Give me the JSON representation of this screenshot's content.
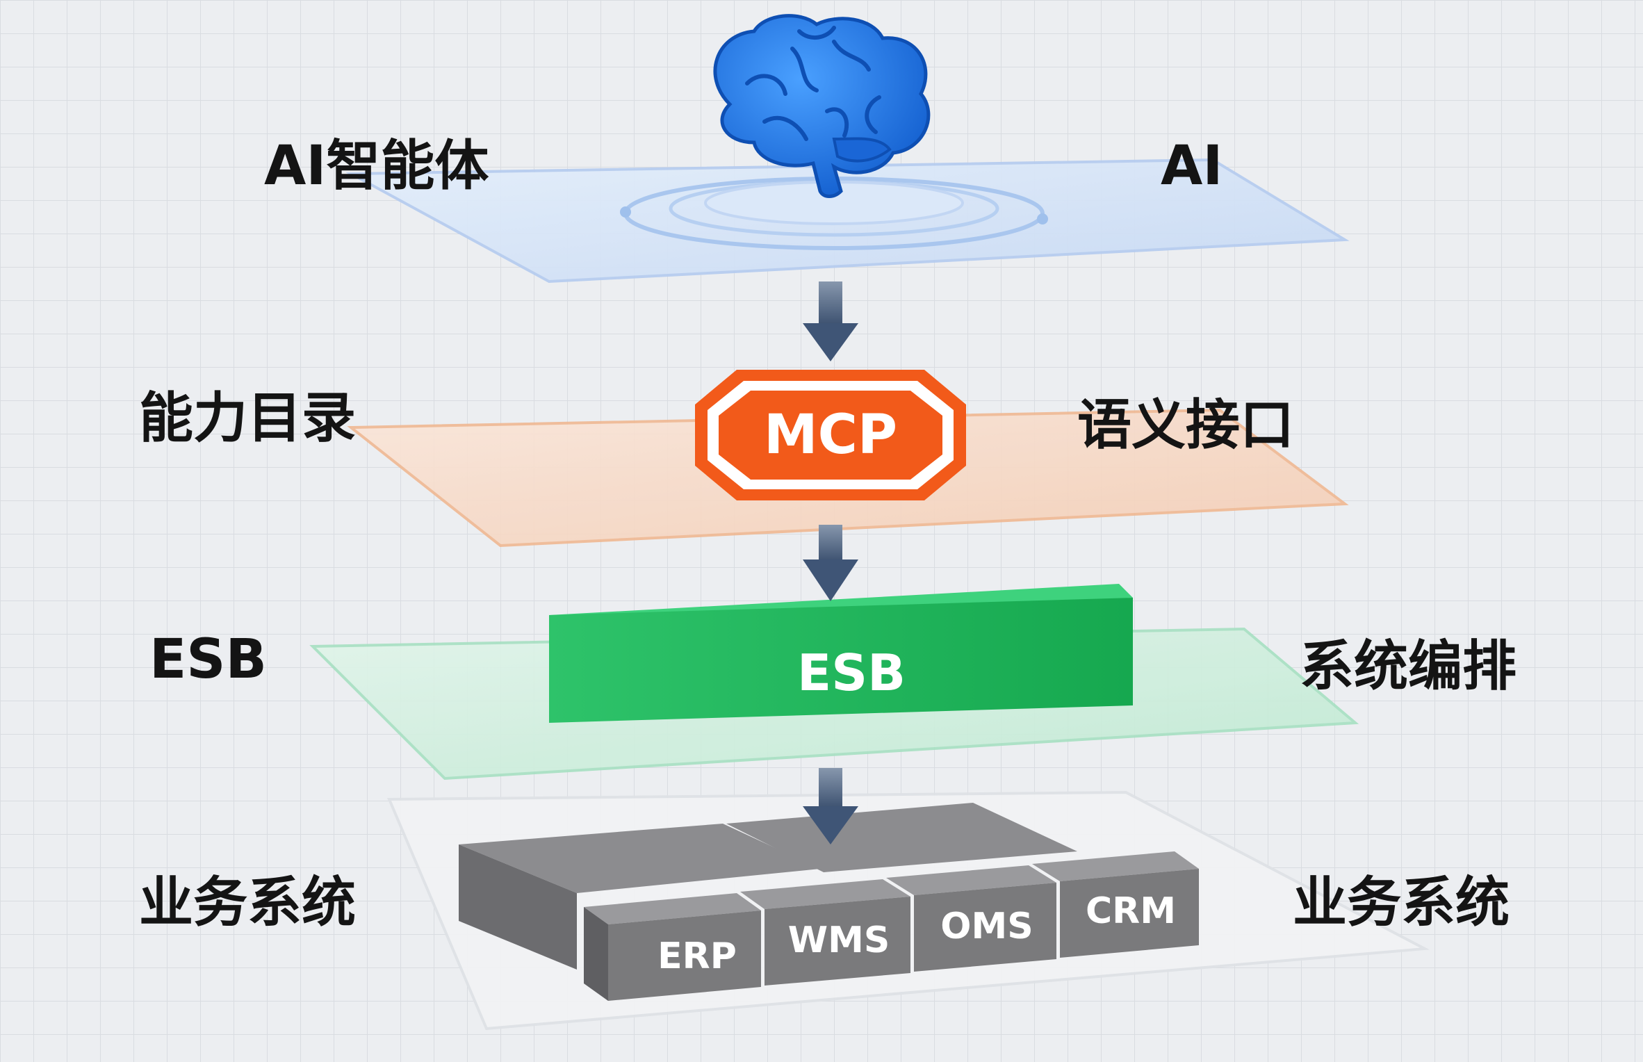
{
  "layers": {
    "ai": {
      "left_label": "AI智能体",
      "right_label": "AI"
    },
    "mcp": {
      "left_label": "能力目录",
      "right_label": "语义接口",
      "badge": "MCP"
    },
    "esb": {
      "left_label": "ESB",
      "right_label": "系统编排",
      "block": "ESB"
    },
    "business": {
      "left_label": "业务系统",
      "right_label": "业务系统",
      "systems": [
        "ERP",
        "WMS",
        "OMS",
        "CRM"
      ]
    }
  },
  "colors": {
    "ai_plate": "#cfe0f7",
    "mcp_plate": "#f6d6c2",
    "mcp_badge": "#f25a1a",
    "esb_plate": "#c9ecd9",
    "esb_block": "#1fb85c",
    "business_box": "#7a7a7c",
    "arrow": "#3f5576",
    "brain": "#1f74e0"
  },
  "icons": {
    "brain": "brain-icon"
  }
}
